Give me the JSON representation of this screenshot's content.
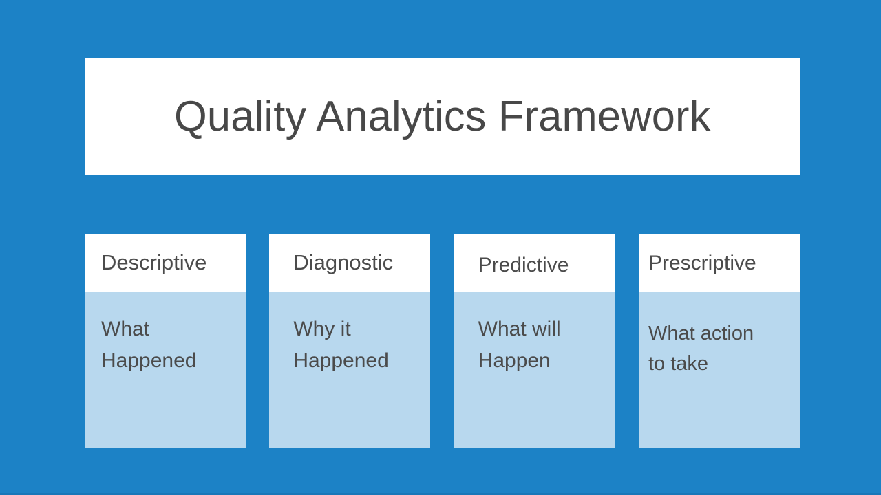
{
  "slide": {
    "background_color": "#1c82c6",
    "panel_color": "#ffffff",
    "body_color": "#b8d8ee",
    "text_color": "#4b4b4b"
  },
  "title": {
    "text": "Quality Analytics Framework"
  },
  "cards": [
    {
      "header": "Descriptive",
      "body": "What\nHappened"
    },
    {
      "header": "Diagnostic",
      "body": "Why it\nHappened"
    },
    {
      "header": "Predictive",
      "body": "What will\nHappen"
    },
    {
      "header": "Prescriptive",
      "body": "What action\nto take"
    }
  ]
}
